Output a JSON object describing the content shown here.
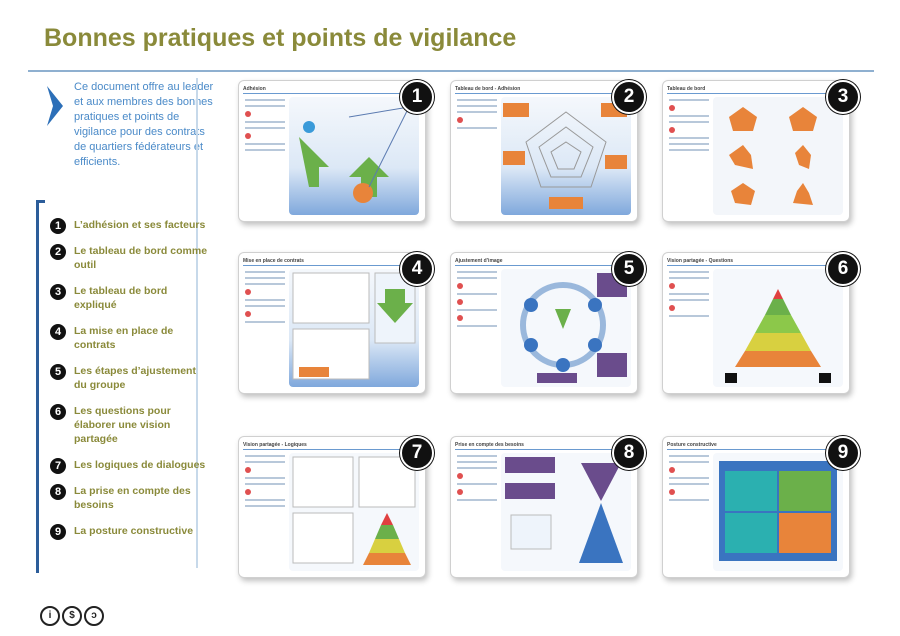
{
  "title": "Bonnes pratiques et points de vigilance",
  "intro": "Ce document offre au leader et  aux membres des bonnes pratiques et points de vigilance pour des contrats de quartiers fédérateurs et efficients.",
  "toc": [
    {
      "num": "1",
      "label": "L’adhésion et ses facteurs"
    },
    {
      "num": "2",
      "label": "Le tableau de bord comme outil"
    },
    {
      "num": "3",
      "label": "Le tableau de bord expliqué"
    },
    {
      "num": "4",
      "label": "La mise en place de contrats"
    },
    {
      "num": "5",
      "label": "Les étapes d’ajustement du groupe"
    },
    {
      "num": "6",
      "label": "Les questions pour élaborer une vision partagée"
    },
    {
      "num": "7",
      "label": "Les logiques de dialogues"
    },
    {
      "num": "8",
      "label": "La prise en compte des besoins"
    },
    {
      "num": "9",
      "label": "La posture constructive"
    }
  ],
  "thumbnails": [
    {
      "num": "1",
      "title": "Adhésion"
    },
    {
      "num": "2",
      "title": "Tableau de bord - Adhésion"
    },
    {
      "num": "3",
      "title": "Tableau de bord"
    },
    {
      "num": "4",
      "title": "Mise en place de contrats"
    },
    {
      "num": "5",
      "title": "Ajustement d’image"
    },
    {
      "num": "6",
      "title": "Vision partagée - Questions"
    },
    {
      "num": "7",
      "title": "Vision partagée - Logiques"
    },
    {
      "num": "8",
      "title": "Prise en compte des besoins"
    },
    {
      "num": "9",
      "title": "Posture constructive"
    }
  ],
  "license_icons": [
    "cc-by-icon",
    "cc-nc-icon",
    "cc-sa-icon"
  ],
  "colors": {
    "title": "#8a8a3a",
    "intro": "#4a8ac8",
    "accent": "#2c5d9a",
    "badge": "#111111"
  }
}
